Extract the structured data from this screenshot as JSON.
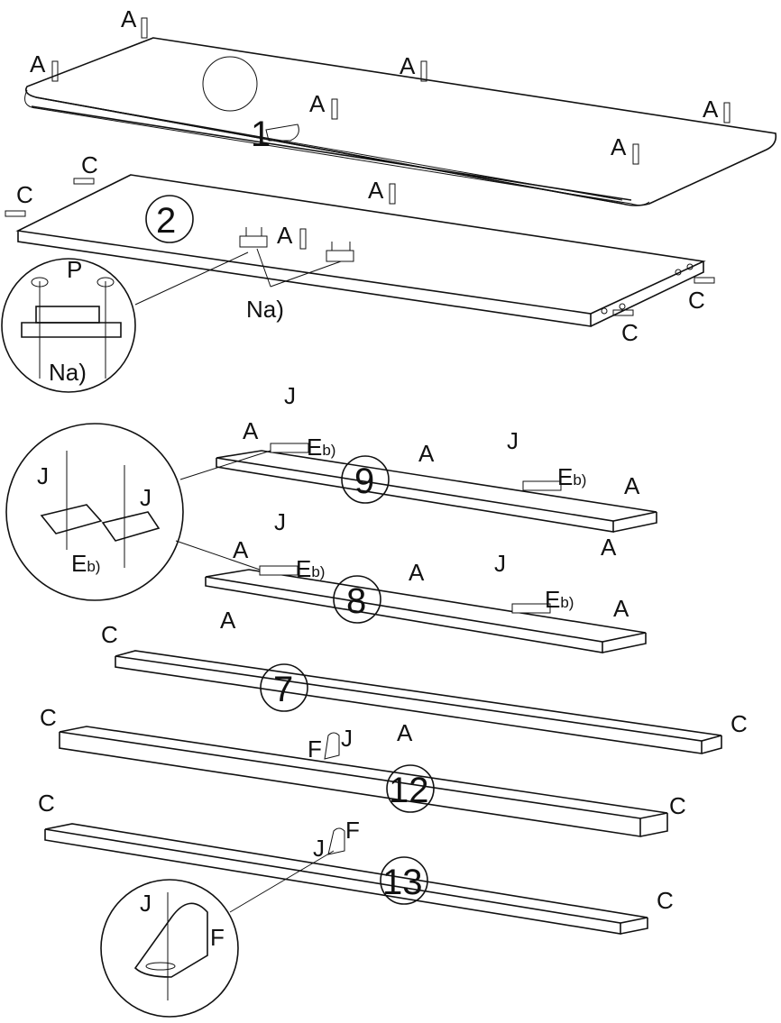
{
  "parts": {
    "p1": "1",
    "p2": "2",
    "p9": "9",
    "p8": "8",
    "p7": "7",
    "p12": "12",
    "p13": "13"
  },
  "hardware": {
    "A": "A",
    "C": "C",
    "J": "J",
    "F": "F",
    "P": "P",
    "Na": "Na)",
    "E": "E",
    "E_sub": "b)"
  }
}
